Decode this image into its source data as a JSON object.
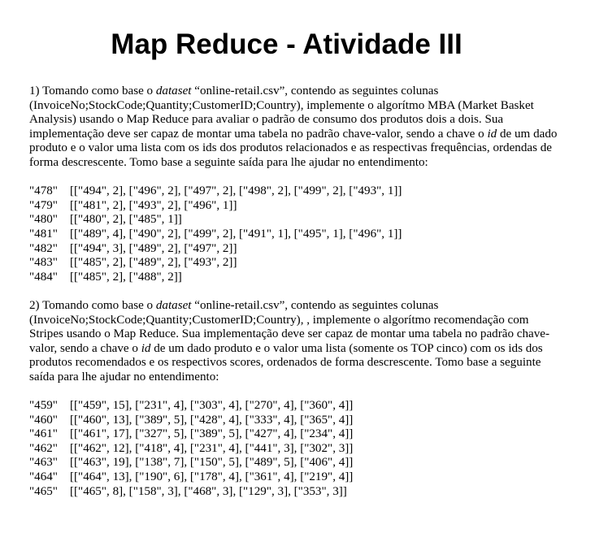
{
  "title": "Map Reduce - Atividade III",
  "question1": {
    "p1": "1) Tomando como base o ",
    "italic1": "dataset",
    "p2": " “online-retail.csv”, contendo as seguintes colunas (InvoiceNo;StockCode;Quantity;CustomerID;Country), implemente o algorítmo MBA (Market Basket Analysis) usando o Map Reduce para avaliar o padrão de consumo dos produtos dois a dois. Sua implementação deve ser capaz de montar uma tabela no padrão chave-valor, sendo a chave o ",
    "italic2": "id",
    "p3": " de um dado produto e o valor uma lista com os ids dos produtos relacionados e as respectivas frequências, ordendas de forma descrescente. Tomo base a seguinte saída para lhe ajudar no entendimento:",
    "rows": [
      {
        "key": "\"478\"",
        "value": "[[\"494\", 2], [\"496\", 2], [\"497\", 2], [\"498\", 2], [\"499\", 2], [\"493\", 1]]"
      },
      {
        "key": "\"479\"",
        "value": "[[\"481\", 2], [\"493\", 2], [\"496\", 1]]"
      },
      {
        "key": "\"480\"",
        "value": "[[\"480\", 2], [\"485\", 1]]"
      },
      {
        "key": "\"481\"",
        "value": "[[\"489\", 4], [\"490\", 2], [\"499\", 2], [\"491\", 1], [\"495\", 1], [\"496\", 1]]"
      },
      {
        "key": "\"482\"",
        "value": "[[\"494\", 3], [\"489\", 2], [\"497\", 2]]"
      },
      {
        "key": "\"483\"",
        "value": "[[\"485\", 2], [\"489\", 2], [\"493\", 2]]"
      },
      {
        "key": "\"484\"",
        "value": "[[\"485\", 2], [\"488\", 2]]"
      }
    ]
  },
  "question2": {
    "p1": "2) Tomando como base o ",
    "italic1": "dataset",
    "p2": " “online-retail.csv”, contendo as seguintes colunas (InvoiceNo;StockCode;Quantity;CustomerID;Country), , implemente o algorítmo recomendação com Stripes usando o Map Reduce. Sua implementação deve ser capaz de montar uma tabela no padrão chave-valor, sendo a chave o ",
    "italic2": "id",
    "p3": " de um dado produto e o valor uma lista (somente os TOP cinco) com os ids dos produtos recomendados e os respectivos scores, ordenados de forma descrescente. Tomo base a seguinte saída para lhe ajudar no entendimento:",
    "rows": [
      {
        "key": "\"459\"",
        "value": "[[\"459\", 15], [\"231\", 4], [\"303\", 4], [\"270\", 4], [\"360\", 4]]"
      },
      {
        "key": "\"460\"",
        "value": "[[\"460\", 13], [\"389\", 5], [\"428\", 4], [\"333\", 4], [\"365\", 4]]"
      },
      {
        "key": "\"461\"",
        "value": "[[\"461\", 17], [\"327\", 5], [\"389\", 5], [\"427\", 4], [\"234\", 4]]"
      },
      {
        "key": "\"462\"",
        "value": "[[\"462\", 12], [\"418\", 4], [\"231\", 4], [\"441\", 3], [\"302\", 3]]"
      },
      {
        "key": "\"463\"",
        "value": "[[\"463\", 19], [\"138\", 7], [\"150\", 5], [\"489\", 5], [\"406\", 4]]"
      },
      {
        "key": "\"464\"",
        "value": "[[\"464\", 13], [\"190\", 6], [\"178\", 4], [\"361\", 4], [\"219\", 4]]"
      },
      {
        "key": "\"465\"",
        "value": "[[\"465\", 8], [\"158\", 3], [\"468\", 3], [\"129\", 3], [\"353\", 3]]"
      }
    ]
  }
}
